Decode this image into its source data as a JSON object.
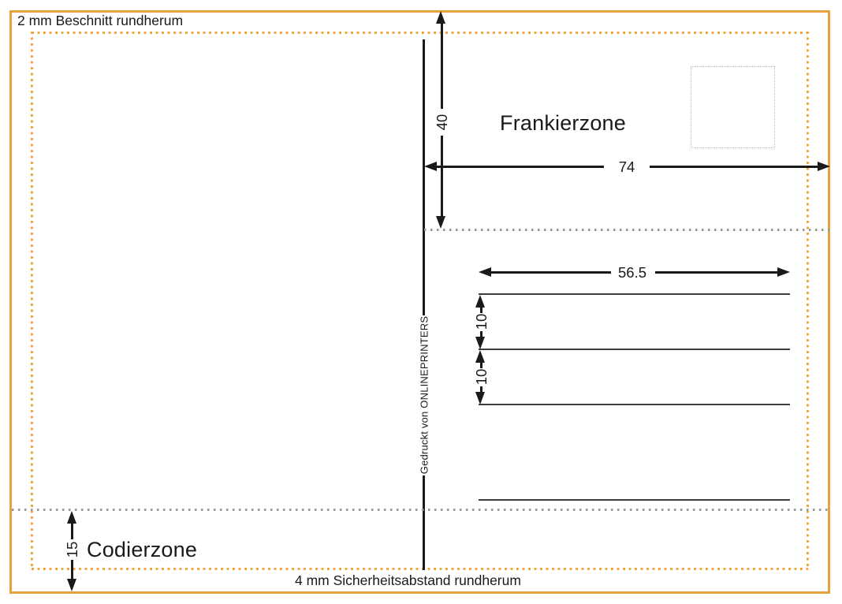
{
  "template": {
    "bleed_label": "2 mm Beschnitt rundherum",
    "safety_label": "4 mm Sicherheitsabstand rundherum",
    "franking_zone_label": "Frankierzone",
    "coding_zone_label": "Codierzone",
    "printed_by_label": "Gedruckt von ONLINEPRINTERS"
  },
  "dimensions": {
    "franking_zone_height_mm": "40",
    "franking_zone_width_mm": "74",
    "address_line_width_mm": "56.5",
    "address_line_gaps_mm": [
      "10",
      "10"
    ],
    "coding_zone_height_mm": "15"
  },
  "colors": {
    "bleed_border": "#E6A23C",
    "safety_dots": "#F0A73E",
    "zone_separator_dots": "#999999",
    "stamp_box_dots": "#B5B5B5",
    "ink": "#1A1A1A",
    "address_line": "#3D3D3D"
  }
}
